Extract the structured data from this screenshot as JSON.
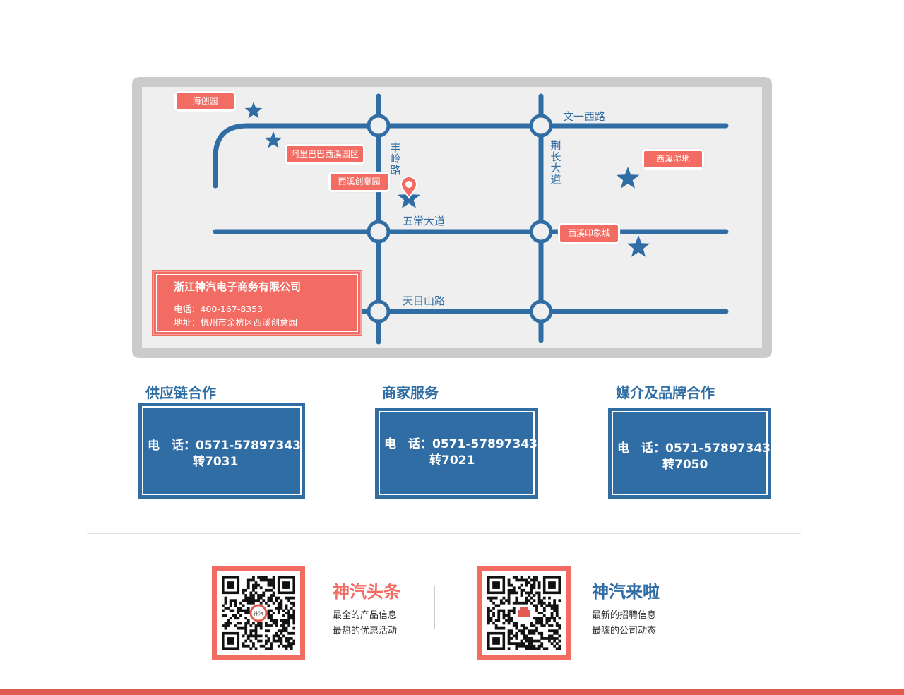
{
  "map": {
    "roads": {
      "wenyi": "文一西路",
      "fengling": "丰岭路",
      "jingchang": "荆长大道",
      "wuchang": "五常大道",
      "tianmushan": "天目山路"
    },
    "landmarks": [
      "海创园",
      "阿里巴巴西溪园区",
      "西溪创意园",
      "西溪湿地",
      "西溪印象城"
    ],
    "company": {
      "name": "浙江神汽电子商务有限公司",
      "phone": "电话：400-167-8353",
      "address": "地址：杭州市余杭区西溪创意园"
    }
  },
  "contacts": [
    {
      "title": "供应链合作",
      "phone": "电　话：0571-57897343",
      "ext": "转7031"
    },
    {
      "title": "商家服务",
      "phone": "电　话：0571-57897343",
      "ext": "转7021"
    },
    {
      "title": "媒介及品牌合作",
      "phone": "电　话：0571-57897343",
      "ext": "转7050"
    }
  ],
  "promos": [
    {
      "title": "神汽头条",
      "line1": "最全的产品信息",
      "line2": "最热的优惠活动",
      "color": "#f26c63",
      "logo_text": "神汽"
    },
    {
      "title": "神汽来啦",
      "line1": "最新的招聘信息",
      "line2": "最嗨的公司动态",
      "color": "#2f6da4"
    }
  ],
  "colors": {
    "blue": "#2f6da4",
    "red": "#f26c63",
    "bar": "#e05a50"
  }
}
